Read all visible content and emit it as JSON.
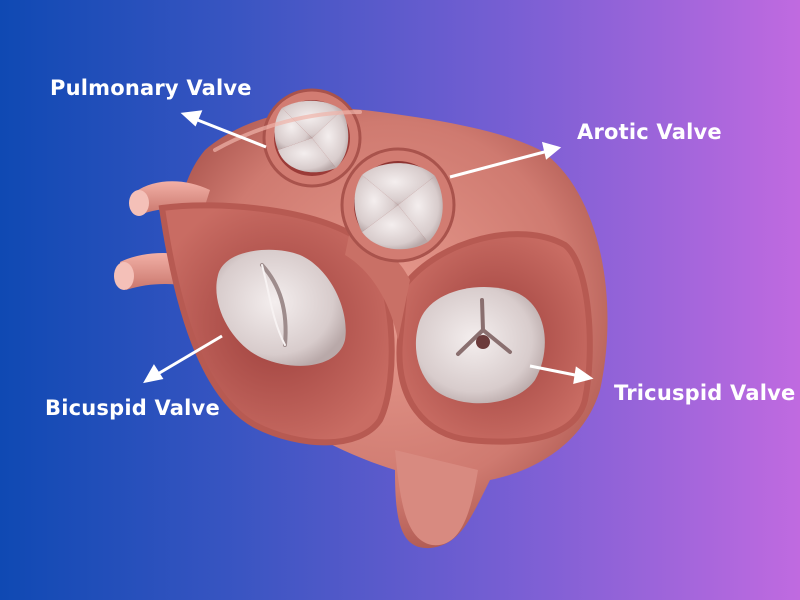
{
  "labels": {
    "pulmonary": "Pulmonary Valve",
    "aortic": "Arotic Valve",
    "bicuspid": "Bicuspid Valve",
    "tricuspid": "Tricuspid Valve"
  },
  "colors": {
    "background_left": "#0f49b3",
    "background_right": "#c06ae0",
    "tissue": "#d9847a",
    "tissue_dark": "#a9534c",
    "valve_leaflet": "#e6dede",
    "arrow": "#ffffff"
  }
}
